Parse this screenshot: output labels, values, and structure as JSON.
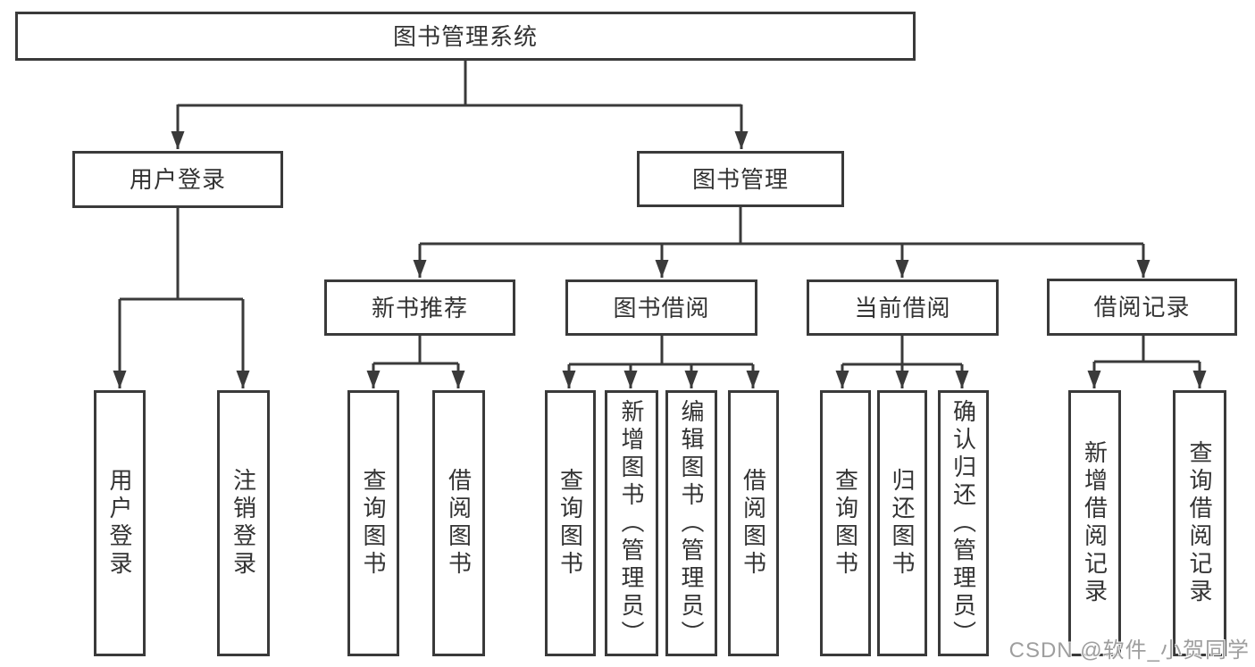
{
  "tree": {
    "root": "图书管理系统",
    "level2": [
      "用户登录",
      "图书管理"
    ],
    "level3": [
      "新书推荐",
      "图书借阅",
      "当前借阅",
      "借阅记录"
    ],
    "leaves": {
      "user_login": [
        "用户登录",
        "注销登录"
      ],
      "new_book": [
        "查询图书",
        "借阅图书"
      ],
      "borrow": [
        "查询图书",
        "新增图书（管理员）",
        "编辑图书（管理员）",
        "借阅图书"
      ],
      "current": [
        "查询图书",
        "归还图书",
        "确认归还（管理员）"
      ],
      "records": [
        "新增借阅记录",
        "查询借阅记录"
      ]
    }
  },
  "watermark": {
    "text": "CSDN @软件_小贺同学"
  },
  "colors": {
    "background": "#ffffff",
    "line": "#3a3a3a",
    "box_border": "#3a3a3a",
    "text": "#333333",
    "watermark_text": "#9e9e9e"
  }
}
